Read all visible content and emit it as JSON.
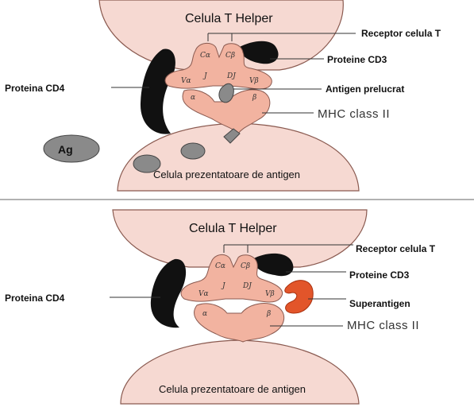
{
  "panel_top": {
    "helper_cell": "Celula T Helper",
    "tcr_label": "Receptor celula T",
    "cd3_label": "Proteine CD3",
    "cd4_label": "Proteina CD4",
    "antigen_label": "Antigen prelucrat",
    "mhc_label": "MHC class II",
    "apc_label": "Celula prezentatoare de antigen",
    "ag_blob": "Ag",
    "subunits": [
      "Cα",
      "Cβ",
      "J",
      "DJ",
      "Vα",
      "Vβ",
      "α",
      "β"
    ]
  },
  "panel_bottom": {
    "helper_cell": "Celula T Helper",
    "tcr_label": "Receptor celula T",
    "cd3_label": "Proteine CD3",
    "cd4_label": "Proteina CD4",
    "superantigen_label": "Superantigen",
    "mhc_label": "MHC class II",
    "apc_label": "Celula prezentatoare de antigen",
    "subunits": [
      "Cα",
      "Cβ",
      "J",
      "DJ",
      "Vα",
      "Vβ",
      "α",
      "β"
    ]
  },
  "colors": {
    "cell_fill": "#f6d9d2",
    "receptor_fill": "#f2b3a0",
    "cd_black": "#111111",
    "superantigen": "#e2552a",
    "antigen_gray": "#8a8a8a"
  }
}
